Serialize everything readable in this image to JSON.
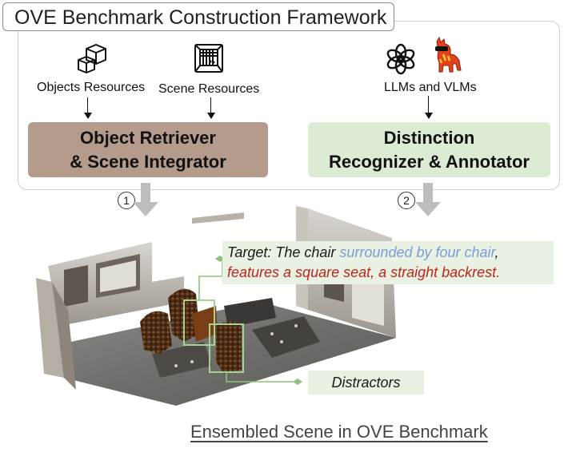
{
  "title": "OVE Benchmark Construction Framework",
  "resources": {
    "objects_label": "Objects Resources",
    "scene_label": "Scene Resources",
    "models_label": "LLMs and VLMs"
  },
  "modules": {
    "retriever_line1": "Object Retriever",
    "retriever_line2": "& Scene Integrator",
    "annotator_line1": "Distinction",
    "annotator_line2": "Recognizer & Annotator"
  },
  "steps": {
    "one": "1",
    "two": "2"
  },
  "target": {
    "prefix": "Target: The chair ",
    "relation": "surrounded by four chair",
    "comma": ",",
    "attributes": "features a square seat, a straight backrest",
    "period": "."
  },
  "distractors_label": "Distractors",
  "caption": "Ensembled Scene in OVE Benchmark",
  "colors": {
    "retriever_fill": "#b49b8c",
    "annotator_fill": "#dcebd3",
    "callout_fill": "#e8f1e2",
    "relation_text": "#7c9bd6",
    "attribute_text": "#c0231d",
    "connector_green": "#8fc27d"
  }
}
